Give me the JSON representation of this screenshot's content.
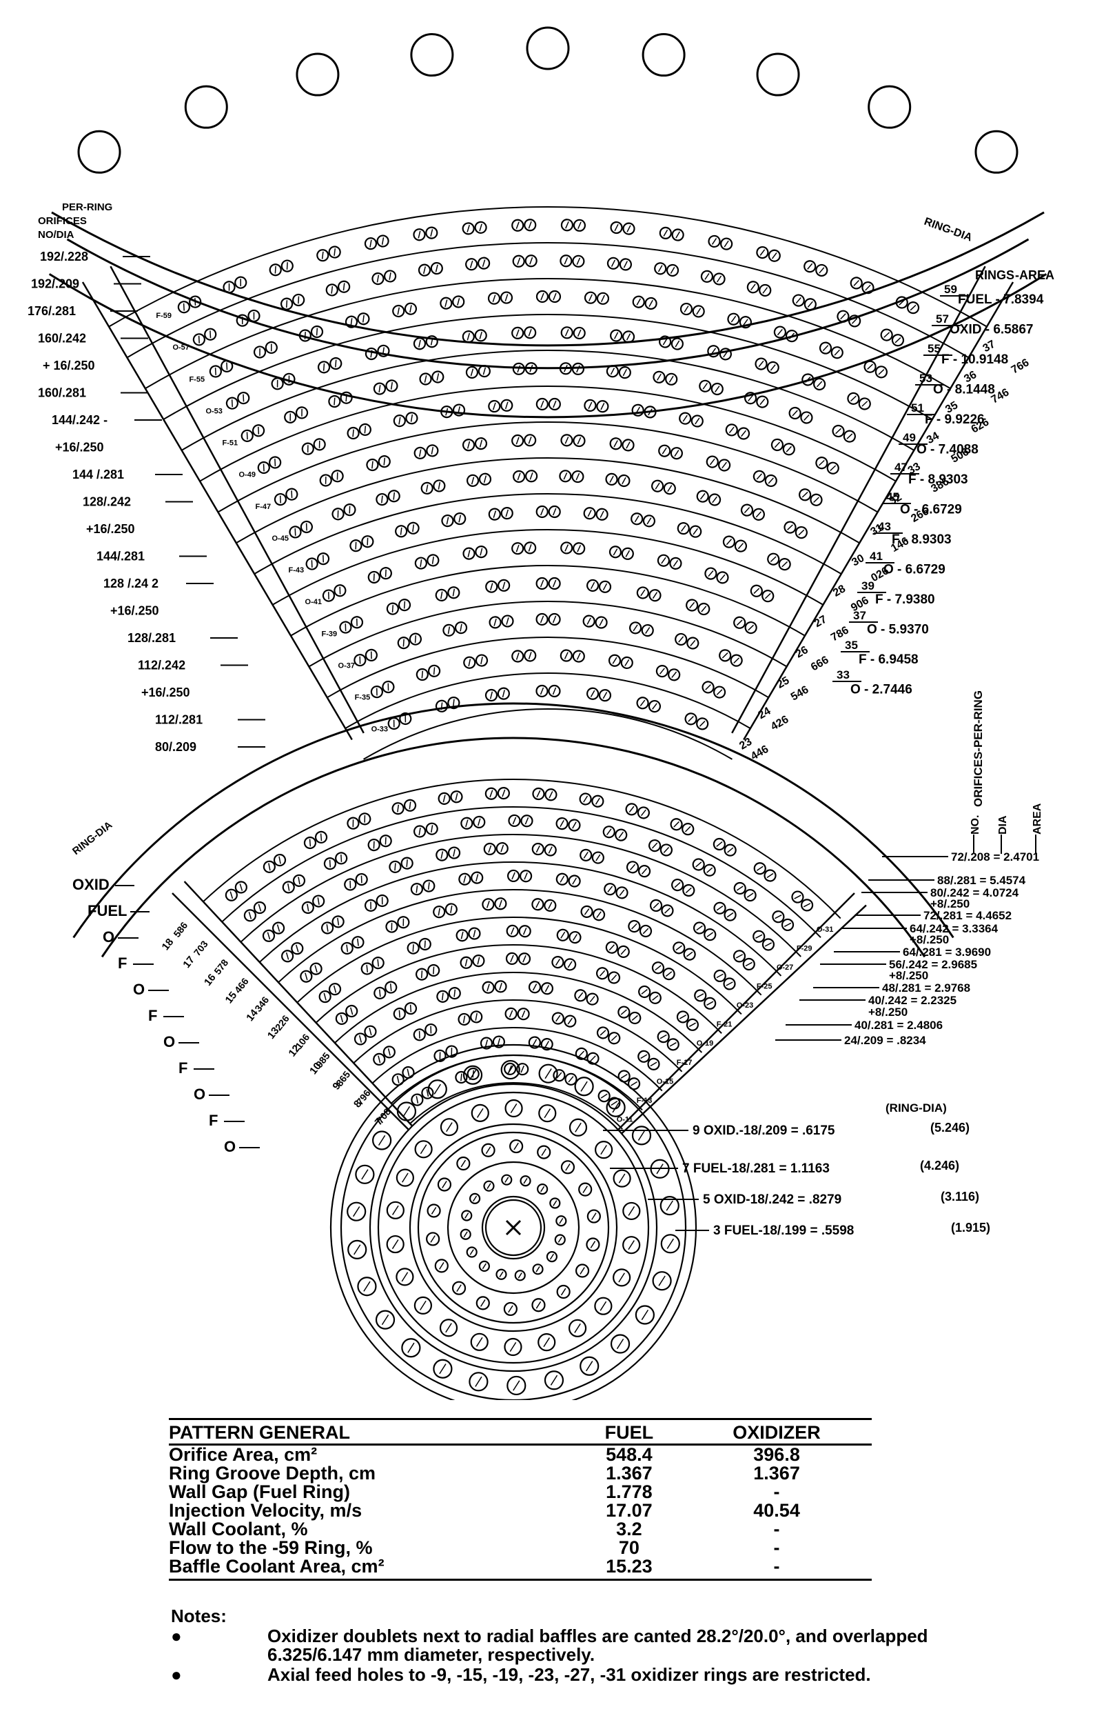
{
  "outer_ring": {
    "headers": {
      "per_ring": "PER-RING",
      "orifices": "ORIFICES",
      "no_dia": "NO/DIA",
      "ring_dia": "RING-DIA",
      "rings": "RINGS",
      "area": "-AREA"
    },
    "left_labels": [
      "192/.228",
      "192/.209",
      "176/.281",
      "160/.242",
      "+ 16/.250",
      "160/.281",
      "144/.242 -",
      "+16/.250",
      "144 /.281",
      "128/.242",
      "+16/.250",
      "144/.281",
      "128 /.24 2",
      "+16/.250",
      "128/.281",
      "112/.242",
      "+16/.250",
      "112/.281",
      "80/.209"
    ],
    "baffle_labels": [
      "F-59",
      "O-57",
      "F-55",
      "O-53",
      "F-51",
      "O-49",
      "F-47",
      "O-45",
      "F-43",
      "O-41",
      "F-39",
      "O-37",
      "F-35",
      "O-33"
    ],
    "ring_no": [
      "37",
      "36",
      "35",
      "34",
      "33",
      "32",
      "31",
      "30",
      "28",
      "27",
      "26",
      "25",
      "24",
      "23"
    ],
    "ring_dia": [
      "766",
      "746",
      "626",
      "506",
      "386",
      "266",
      "146",
      "026",
      "906",
      "786",
      "666",
      "546",
      "426",
      "446"
    ],
    "ring_ids": [
      "59",
      "57",
      "55",
      "53",
      "51",
      "49",
      "47",
      "45",
      "43",
      "41",
      "39",
      "37",
      "35",
      "33"
    ],
    "ring_areas": [
      "FUEL - 7.8394",
      "OXID - 6.5867",
      "F - 10.9148",
      "O - 8.1448",
      "F - 9.9226",
      "O - 7.4088",
      "F - 8.9303",
      "O - 6.6729",
      "F - 8.9303",
      "O - 6.6729",
      "F - 7.9380",
      "O - 5.9370",
      "F - 6.9458",
      "O - 2.7446"
    ]
  },
  "inner_ring": {
    "ring_dia_label": "RING-DIA",
    "left_types": [
      "OXID",
      "FUEL",
      "O",
      "F",
      "O",
      "F",
      "O",
      "F",
      "O",
      "F",
      "O"
    ],
    "ring_no": [
      "18",
      "17",
      "16",
      "15",
      "14",
      "13",
      "12",
      "10",
      "9",
      "8",
      "7"
    ],
    "ring_dia": [
      "586",
      "703",
      "578",
      "466",
      "346",
      "226",
      "106",
      "985",
      "865",
      "796",
      "708"
    ],
    "right_header": {
      "title": "ORIFICES-PER-RING",
      "no": "NO.",
      "dia": "DIA",
      "area": "AREA"
    },
    "right_ring_ids": [
      "O-31",
      "F-29",
      "O-27",
      "F-25",
      "O-23",
      "F-21",
      "O-19",
      "F-17",
      "O-15",
      "F-13",
      "O-11"
    ],
    "right_labels": [
      "72/.208 = 2.4701",
      "88/.281 = 5.4574",
      "80/.242 = 4.0724",
      "+8/.250",
      "72/.281 = 4.4652",
      "64/.242 = 3.3364",
      "+8/.250",
      "64/.281 = 3.9690",
      "56/.242 = 2.9685",
      "+8/.250",
      "48/.281 = 2.9768",
      "40/.242 = 2.2325",
      "+8/.250",
      "40/.281 = 2.4806",
      "24/.209 = .8234"
    ]
  },
  "center": {
    "ring_dia_header": "(RING-DIA)",
    "rings": [
      {
        "label": "9 OXID.-18/.209 = .6175",
        "dia": "(5.246)"
      },
      {
        "label": "7 FUEL-18/.281 = 1.1163",
        "dia": "(4.246)"
      },
      {
        "label": "5 OXID-18/.242 = .8279",
        "dia": "(3.116)"
      },
      {
        "label": "3 FUEL-18/.199 = .5598",
        "dia": "(1.915)"
      }
    ]
  },
  "table": {
    "headers": [
      "PATTERN GENERAL",
      "FUEL",
      "OXIDIZER"
    ],
    "rows": [
      [
        "Orifice Area, cm²",
        "548.4",
        "396.8"
      ],
      [
        "Ring Groove Depth, cm",
        "1.367",
        "1.367"
      ],
      [
        "Wall Gap (Fuel Ring)",
        "1.778",
        "-"
      ],
      [
        "Injection Velocity, m/s",
        "17.07",
        "40.54"
      ],
      [
        "Wall Coolant, %",
        "3.2",
        "-"
      ],
      [
        "Flow to the -59 Ring, %",
        "70",
        "-"
      ],
      [
        "Baffle Coolant Area, cm²",
        "15.23",
        "-"
      ]
    ]
  },
  "notes": {
    "title": "Notes:",
    "items": [
      "Oxidizer doublets next to radial baffles are canted 28.2°/20.0°, and overlapped 6.325/6.147 mm diameter, respectively.",
      "Axial feed holes to -9, -15, -19, -23, -27, -31 oxidizer rings are restricted."
    ]
  }
}
